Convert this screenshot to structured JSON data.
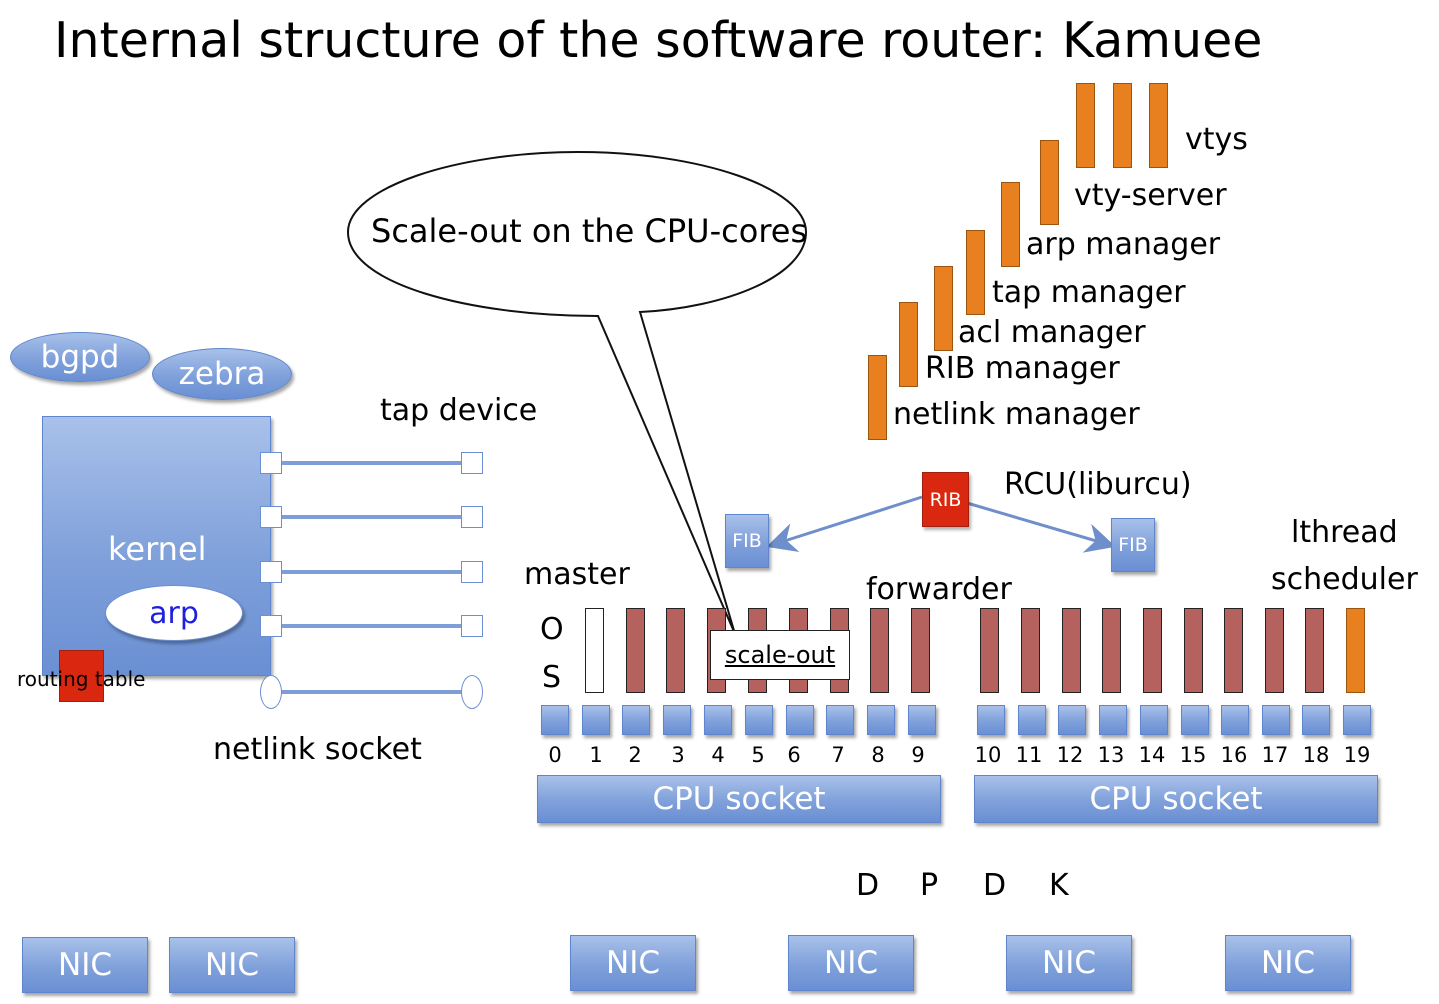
{
  "title": "Internal structure of the software router: Kamuee",
  "processes": {
    "bgpd": "bgpd",
    "zebra": "zebra"
  },
  "kernel": {
    "label": "kernel",
    "arp": "arp",
    "routing_table": "routing table"
  },
  "labels": {
    "tap_device": "tap device",
    "netlink_socket": "netlink socket",
    "master": "master",
    "os_top": "O",
    "os_bottom": "S",
    "forwarder": "forwarder",
    "lthread_scheduler_1": "lthread",
    "lthread_scheduler_2": "scheduler",
    "rcu": "RCU(liburcu)",
    "dpdk": [
      "D",
      "P",
      "D",
      "K"
    ]
  },
  "callout": {
    "bubble": "Scale-out on the CPU-cores",
    "box": "scale-out"
  },
  "managers": [
    "vtys",
    "vty-server",
    "arp manager",
    "tap manager",
    "acl manager",
    "RIB manager",
    "netlink manager"
  ],
  "rib": "RIB",
  "fib": "FIB",
  "cores": [
    "0",
    "1",
    "2",
    "3",
    "4",
    "5",
    "6",
    "7",
    "8",
    "9",
    "10",
    "11",
    "12",
    "13",
    "14",
    "15",
    "16",
    "17",
    "18",
    "19"
  ],
  "sockets": [
    "CPU socket",
    "CPU socket"
  ],
  "nics": [
    "NIC",
    "NIC",
    "NIC",
    "NIC",
    "NIC",
    "NIC"
  ],
  "colors": {
    "forwarder": "#b5625f",
    "manager": "#e8801f",
    "rib": "#d9280f",
    "blue": "#7fa0da"
  }
}
